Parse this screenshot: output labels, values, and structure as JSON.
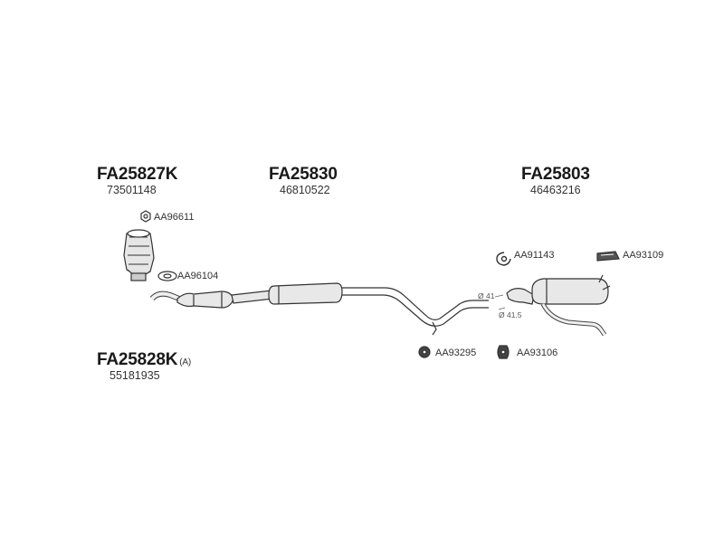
{
  "groups": {
    "front_pipe": {
      "code": "FA25827K",
      "oem": "73501148"
    },
    "middle": {
      "code": "FA25830",
      "oem": "46810522"
    },
    "rear": {
      "code": "FA25803",
      "oem": "46463216"
    },
    "catalyst": {
      "code": "FA25828K",
      "suffix": "(A)",
      "oem": "55181935"
    }
  },
  "parts": {
    "nut": "AA96611",
    "gasket": "AA96104",
    "clamp_rear": "AA91143",
    "hanger_rear": "AA93109",
    "rubber_ring_1": "AA93295",
    "rubber_ring_2": "AA93106"
  },
  "dimensions": {
    "d1": "Ø 41",
    "d2": "Ø 41.5"
  }
}
